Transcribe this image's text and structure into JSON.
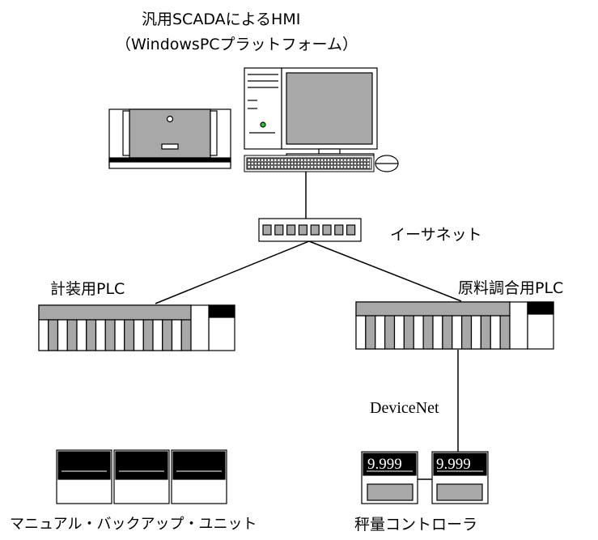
{
  "labels": {
    "hmi_title": "汎用SCADAによるHMI",
    "hmi_subtitle": "（WindowsPCプラットフォーム）",
    "ethernet": "イーサネット",
    "plc_instrument": "計装用PLC",
    "plc_blending": "原料調合用PLC",
    "devicenet": "DeviceNet",
    "backup_unit": "マニュアル・バックアップ・ユニット",
    "weighing_controller": "秤量コントローラ"
  },
  "displays": {
    "weigh_1": "9.999",
    "weigh_2": "9.999"
  },
  "colors": {
    "line": "#000000",
    "gray_fill": "#a8a8a8",
    "dark_fill": "#000000",
    "indicator_green": "#22cc22",
    "background": "#ffffff"
  },
  "icons": {
    "printer": "printer-icon",
    "pc": "desktop-pc-icon",
    "switch": "network-switch-icon",
    "plc": "plc-rack-icon",
    "weigh": "weighing-controller-icon",
    "backup": "backup-unit-icon"
  }
}
